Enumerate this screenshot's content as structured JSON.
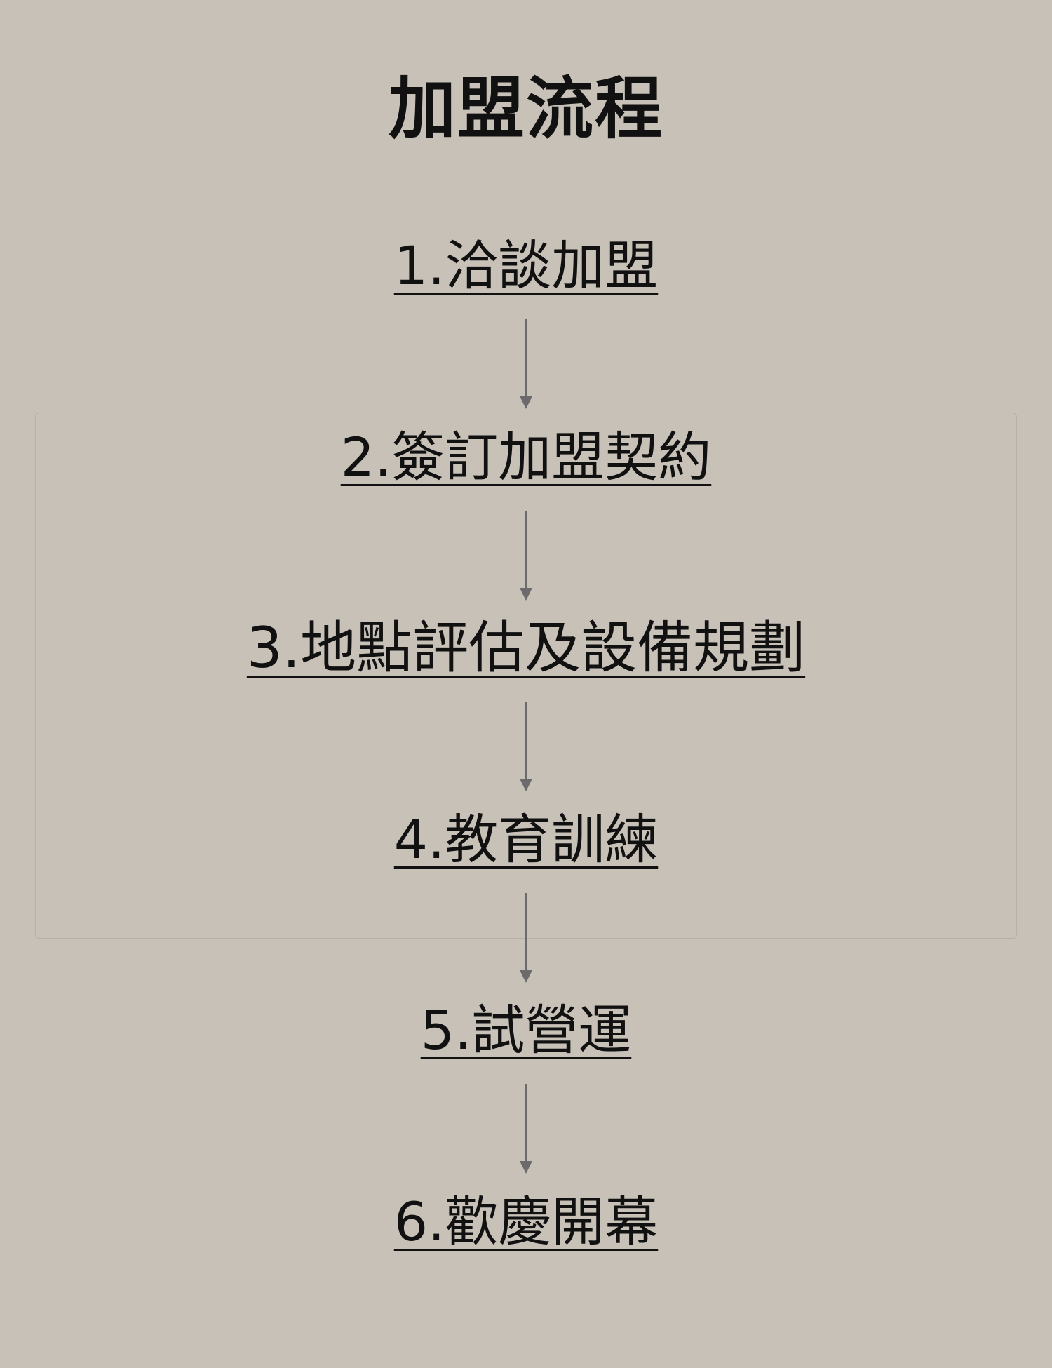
{
  "title": "加盟流程",
  "steps": [
    {
      "label": "1.洽談加盟"
    },
    {
      "label": "2.簽訂加盟契約"
    },
    {
      "label": "3.地點評估及設備規劃"
    },
    {
      "label": "4.教育訓練"
    },
    {
      "label": "5.試營運"
    },
    {
      "label": "6.歡慶開幕"
    }
  ],
  "colors": {
    "background": "#c8c1b8",
    "text": "#111111",
    "arrow": "#6b6b6b",
    "group_border": "#b7b0a7"
  }
}
